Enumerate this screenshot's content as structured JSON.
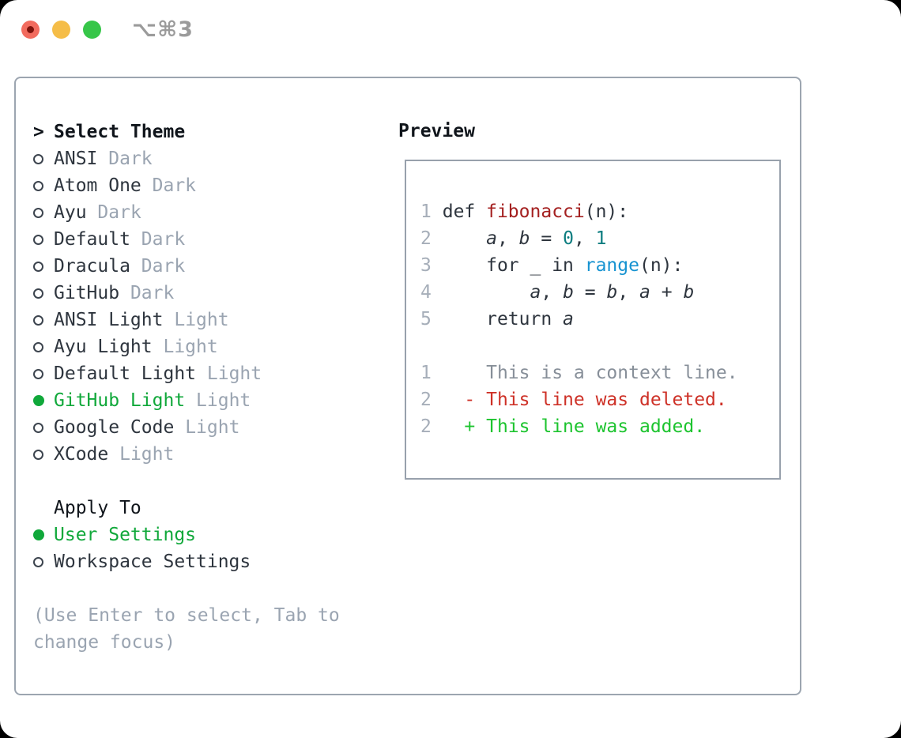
{
  "window": {
    "title": "⌥⌘3"
  },
  "picker": {
    "prompt": ">",
    "title": "Select Theme",
    "themes": [
      {
        "name": "ANSI",
        "tag": "Dark",
        "selected": false
      },
      {
        "name": "Atom One",
        "tag": "Dark",
        "selected": false
      },
      {
        "name": "Ayu",
        "tag": "Dark",
        "selected": false
      },
      {
        "name": "Default",
        "tag": "Dark",
        "selected": false
      },
      {
        "name": "Dracula",
        "tag": "Dark",
        "selected": false
      },
      {
        "name": "GitHub",
        "tag": "Dark",
        "selected": false
      },
      {
        "name": "ANSI Light",
        "tag": "Light",
        "selected": false
      },
      {
        "name": "Ayu Light",
        "tag": "Light",
        "selected": false
      },
      {
        "name": "Default Light",
        "tag": "Light",
        "selected": false
      },
      {
        "name": "GitHub Light",
        "tag": "Light",
        "selected": true
      },
      {
        "name": "Google Code",
        "tag": "Light",
        "selected": false
      },
      {
        "name": "XCode",
        "tag": "Light",
        "selected": false
      }
    ],
    "apply_to": {
      "label": "Apply To",
      "options": [
        {
          "name": "User Settings",
          "selected": true
        },
        {
          "name": "Workspace Settings",
          "selected": false
        }
      ]
    },
    "help_lines": [
      "(Use Enter to select, Tab to",
      "change focus)"
    ]
  },
  "preview": {
    "title": "Preview",
    "code_lines": [
      {
        "num": "1",
        "tokens": [
          [
            "plain",
            "def "
          ],
          [
            "title",
            "fibonacci"
          ],
          [
            "plain",
            "(n):"
          ]
        ]
      },
      {
        "num": "2",
        "tokens": [
          [
            "plain",
            "    "
          ],
          [
            "var",
            "a"
          ],
          [
            "plain",
            ", "
          ],
          [
            "var",
            "b"
          ],
          [
            "plain",
            " = "
          ],
          [
            "number",
            "0"
          ],
          [
            "plain",
            ", "
          ],
          [
            "number",
            "1"
          ]
        ]
      },
      {
        "num": "3",
        "tokens": [
          [
            "plain",
            "    for _ in "
          ],
          [
            "builtin",
            "range"
          ],
          [
            "plain",
            "(n):"
          ]
        ]
      },
      {
        "num": "4",
        "tokens": [
          [
            "plain",
            "        "
          ],
          [
            "var",
            "a"
          ],
          [
            "plain",
            ", "
          ],
          [
            "var",
            "b"
          ],
          [
            "plain",
            " = "
          ],
          [
            "var",
            "b"
          ],
          [
            "plain",
            ", "
          ],
          [
            "var",
            "a"
          ],
          [
            "plain",
            " + "
          ],
          [
            "var",
            "b"
          ]
        ]
      },
      {
        "num": "5",
        "tokens": [
          [
            "plain",
            "    return "
          ],
          [
            "var",
            "a"
          ]
        ]
      },
      {
        "num": "",
        "tokens": []
      },
      {
        "num": "1",
        "tokens": [
          [
            "context",
            "    This is a context line."
          ]
        ]
      },
      {
        "num": "2",
        "tokens": [
          [
            "deleted",
            "  - This line was deleted."
          ]
        ]
      },
      {
        "num": "2",
        "tokens": [
          [
            "added",
            "  + This line was added."
          ]
        ]
      }
    ]
  },
  "colors": {
    "accent_green": "#10a83a",
    "diff_added_green": "#1dc42f",
    "diff_deleted_red": "#ce3127",
    "function_name_red": "#a42020",
    "number_teal": "#0c7d80",
    "builtin_blue": "#1793d1",
    "muted_gray": "#9aa4b1",
    "text_dark": "#2e353e",
    "panel_border": "#9ca5b0"
  }
}
